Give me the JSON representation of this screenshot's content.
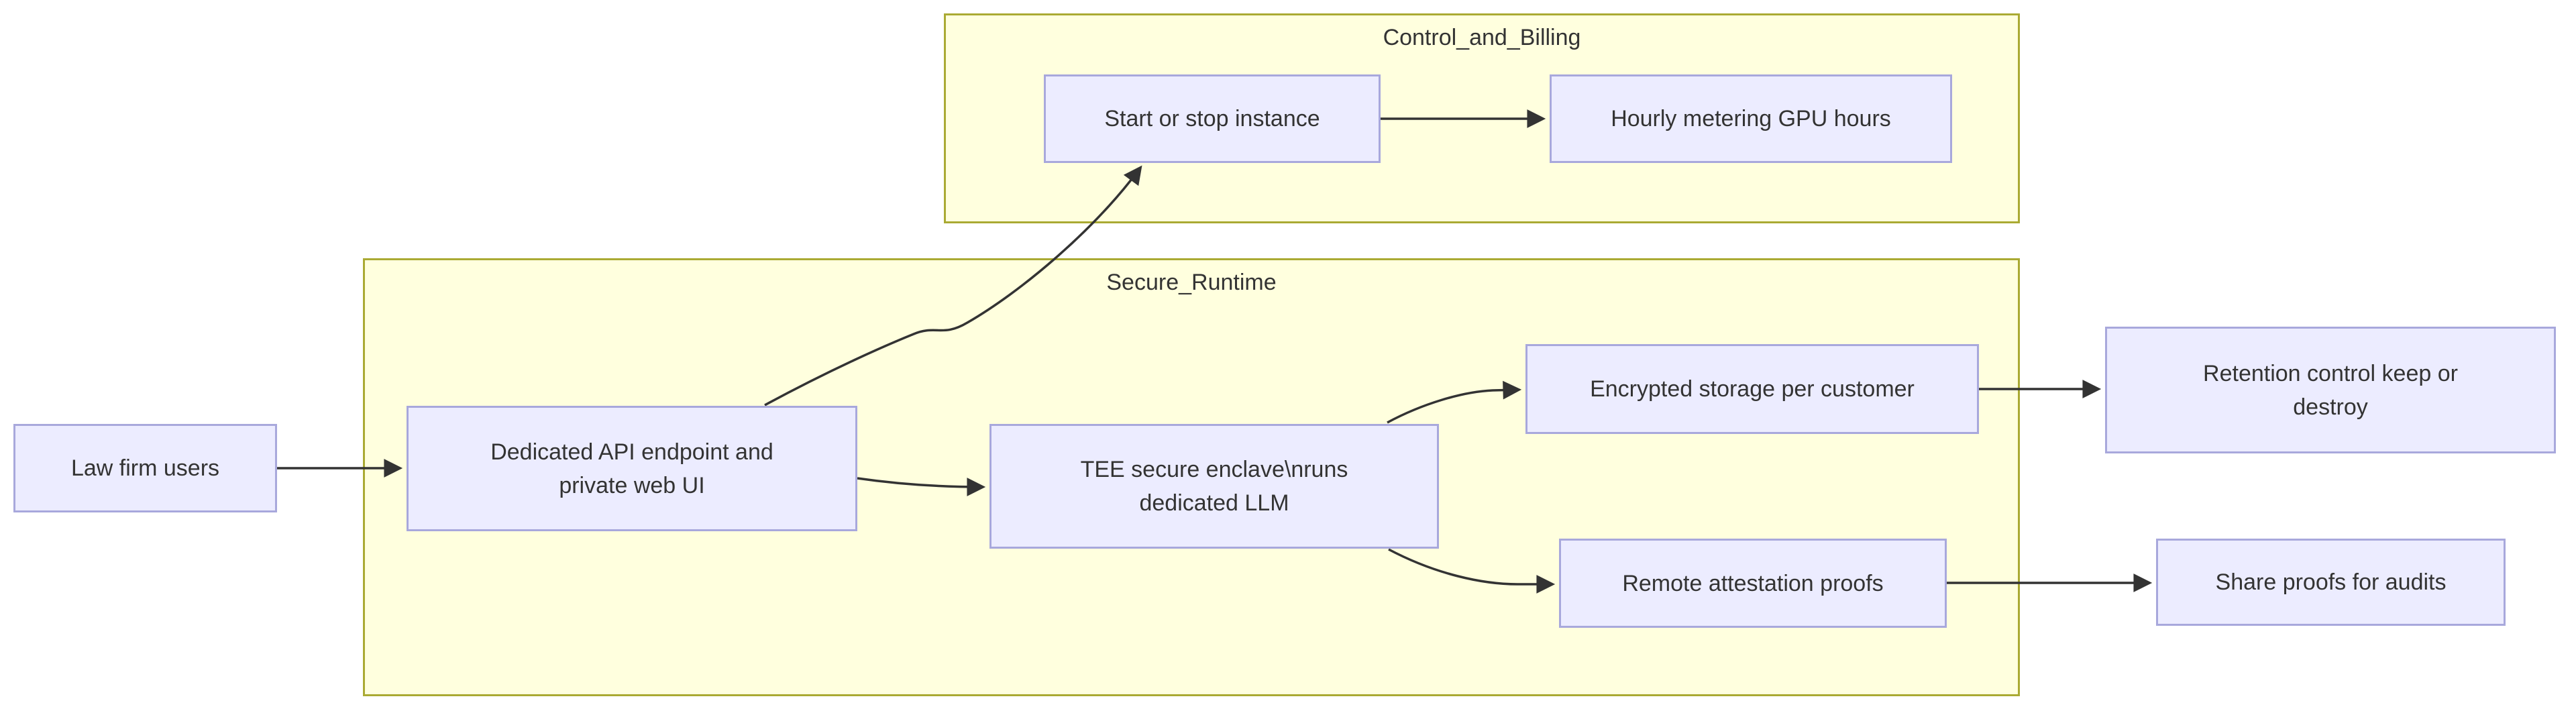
{
  "diagram": {
    "type": "flowchart",
    "direction": "left-to-right",
    "subgraphs": [
      {
        "id": "control_and_billing",
        "label": "Control_and_Billing"
      },
      {
        "id": "secure_runtime",
        "label": "Secure_Runtime"
      }
    ],
    "nodes": [
      {
        "id": "law",
        "subgraph": null,
        "label": "Law firm users",
        "lines": [
          "Law firm users"
        ]
      },
      {
        "id": "api",
        "subgraph": "secure_runtime",
        "label": "Dedicated API endpoint and private web UI",
        "lines": [
          "Dedicated API endpoint and",
          "private web UI"
        ]
      },
      {
        "id": "start",
        "subgraph": "control_and_billing",
        "label": "Start or stop instance",
        "lines": [
          "Start or stop instance"
        ]
      },
      {
        "id": "hourly",
        "subgraph": "control_and_billing",
        "label": "Hourly metering GPU hours",
        "lines": [
          "Hourly metering GPU hours"
        ]
      },
      {
        "id": "tee",
        "subgraph": "secure_runtime",
        "label": "TEE secure enclave\\nruns dedicated LLM",
        "lines": [
          "TEE secure enclave\\nruns",
          "dedicated LLM"
        ]
      },
      {
        "id": "enc",
        "subgraph": "secure_runtime",
        "label": "Encrypted storage per customer",
        "lines": [
          "Encrypted storage per customer"
        ]
      },
      {
        "id": "ret",
        "subgraph": null,
        "label": "Retention control keep or destroy",
        "lines": [
          "Retention control keep or",
          "destroy"
        ]
      },
      {
        "id": "rem",
        "subgraph": "secure_runtime",
        "label": "Remote attestation proofs",
        "lines": [
          "Remote attestation proofs"
        ]
      },
      {
        "id": "share",
        "subgraph": null,
        "label": "Share proofs for audits",
        "lines": [
          "Share proofs for audits"
        ]
      }
    ],
    "edges": [
      {
        "from": "law",
        "to": "api"
      },
      {
        "from": "api",
        "to": "start"
      },
      {
        "from": "api",
        "to": "tee"
      },
      {
        "from": "start",
        "to": "hourly"
      },
      {
        "from": "tee",
        "to": "enc"
      },
      {
        "from": "tee",
        "to": "rem"
      },
      {
        "from": "enc",
        "to": "ret"
      },
      {
        "from": "rem",
        "to": "share"
      }
    ],
    "colors": {
      "node_fill": "#ECECFF",
      "node_border": "#A8A8DC",
      "subgraph_fill": "#FFFFDE",
      "subgraph_border": "#AAAA33",
      "edge": "#333333",
      "text": "#333333",
      "background": "#FFFFFF"
    }
  }
}
